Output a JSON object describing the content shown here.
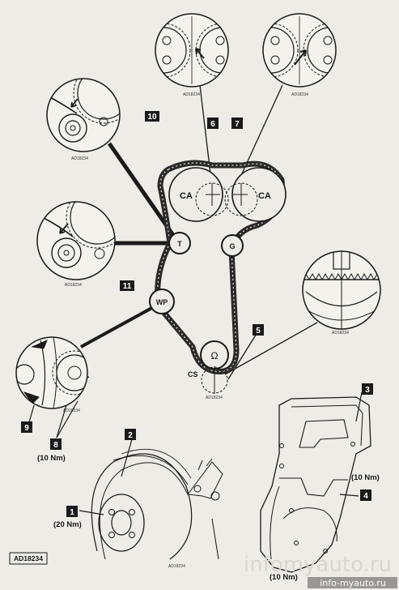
{
  "pulleys": {
    "ca_left": "CA",
    "ca_right": "CA",
    "tensioner": "T",
    "guide": "G",
    "water_pump": "WP",
    "crankshaft": "CS"
  },
  "callouts": {
    "n1": "1",
    "n2": "2",
    "n3": "3",
    "n4": "4",
    "n5": "5",
    "n6": "6",
    "n7": "7",
    "n8": "8",
    "n9": "9",
    "n10": "10",
    "n11": "11"
  },
  "torques": {
    "t1": "(20 Nm)",
    "t3": "(10 Nm)",
    "t4": "(10 Nm)",
    "t8": "(10 Nm)"
  },
  "codes": {
    "main": "AD18234",
    "detail": "AD18234"
  },
  "watermark": {
    "big": "infomyauto.ru",
    "small": "info-myauto.ru"
  },
  "colors": {
    "paper": "#eeece6",
    "ink": "#1a1a1a",
    "belt": "#2a2a2a"
  }
}
